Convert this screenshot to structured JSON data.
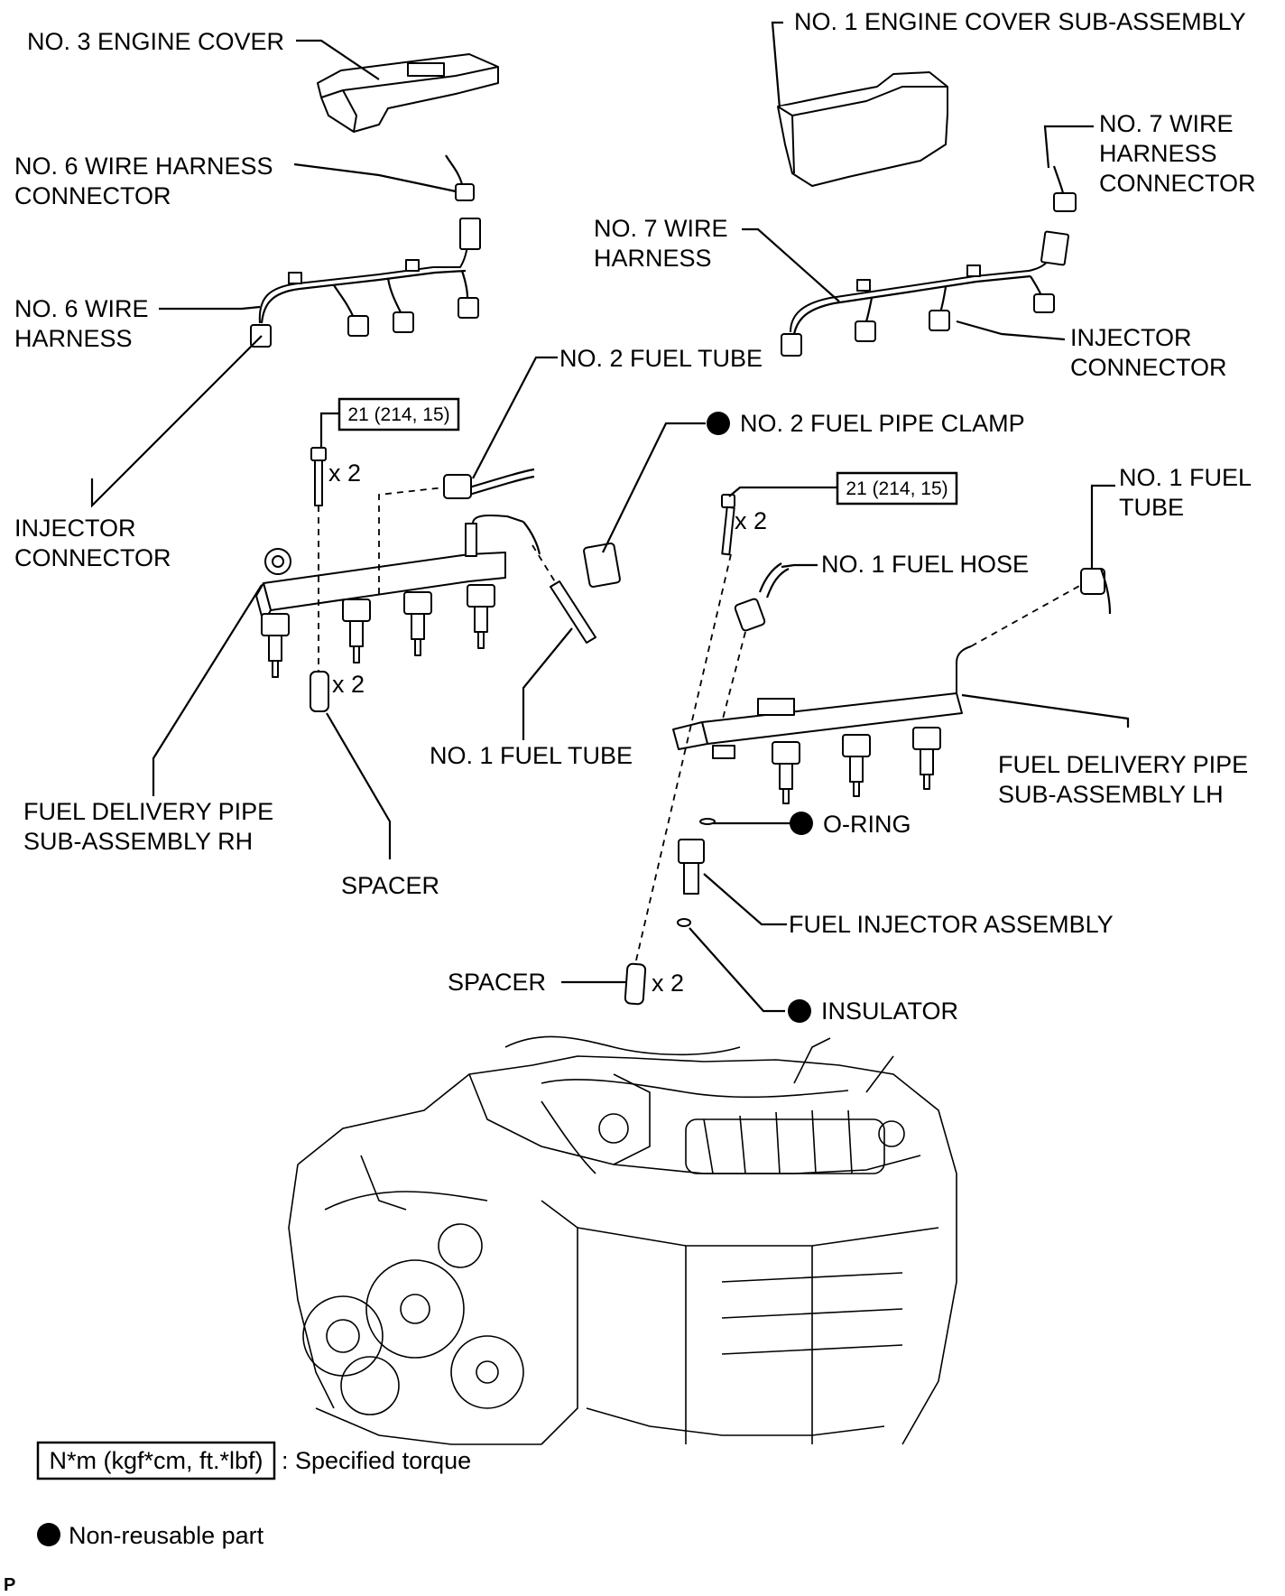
{
  "diagram": {
    "labels": {
      "no3_engine_cover": "NO. 3 ENGINE COVER",
      "no1_engine_cover": "NO. 1 ENGINE COVER SUB-ASSEMBLY",
      "no6_connector_1": "NO. 6 WIRE HARNESS",
      "no6_connector_2": "CONNECTOR",
      "no7_connector_1": "NO. 7 WIRE",
      "no7_connector_2": "HARNESS",
      "no7_connector_3": "CONNECTOR",
      "no7_harness_1": "NO. 7 WIRE",
      "no7_harness_2": "HARNESS",
      "no6_harness_1": "NO. 6 WIRE",
      "no6_harness_2": "HARNESS",
      "injector_conn_right_1": "INJECTOR",
      "injector_conn_right_2": "CONNECTOR",
      "no2_fuel_tube": "NO. 2 FUEL TUBE",
      "no2_pipe_clamp": "NO. 2 FUEL PIPE CLAMP",
      "injector_conn_left_1": "INJECTOR",
      "injector_conn_left_2": "CONNECTOR",
      "no1_fuel_tube_top_1": "NO. 1 FUEL",
      "no1_fuel_tube_top_2": "TUBE",
      "no1_fuel_hose": "NO. 1 FUEL HOSE",
      "no1_fuel_tube_mid": "NO. 1 FUEL TUBE",
      "delivery_lh_1": "FUEL DELIVERY PIPE",
      "delivery_lh_2": "SUB-ASSEMBLY LH",
      "delivery_rh_1": "FUEL DELIVERY PIPE",
      "delivery_rh_2": "SUB-ASSEMBLY RH",
      "o_ring": "O-RING",
      "spacer_left": "SPACER",
      "fuel_injector": "FUEL INJECTOR ASSEMBLY",
      "spacer_right": "SPACER",
      "insulator": "INSULATOR"
    },
    "torque_left": "21 (214, 15)",
    "torque_right": "21 (214, 15)",
    "qty_bolt_left": "x 2",
    "qty_spacer_left": "x 2",
    "qty_bolt_right": "x 2",
    "qty_spacer_right": "x 2"
  },
  "legend": {
    "torque_box": "N*m (kgf*cm, ft.*lbf)",
    "torque_text": ": Specified torque",
    "nonreusable_text": "Non-reusable part"
  },
  "corner_mark": "P"
}
